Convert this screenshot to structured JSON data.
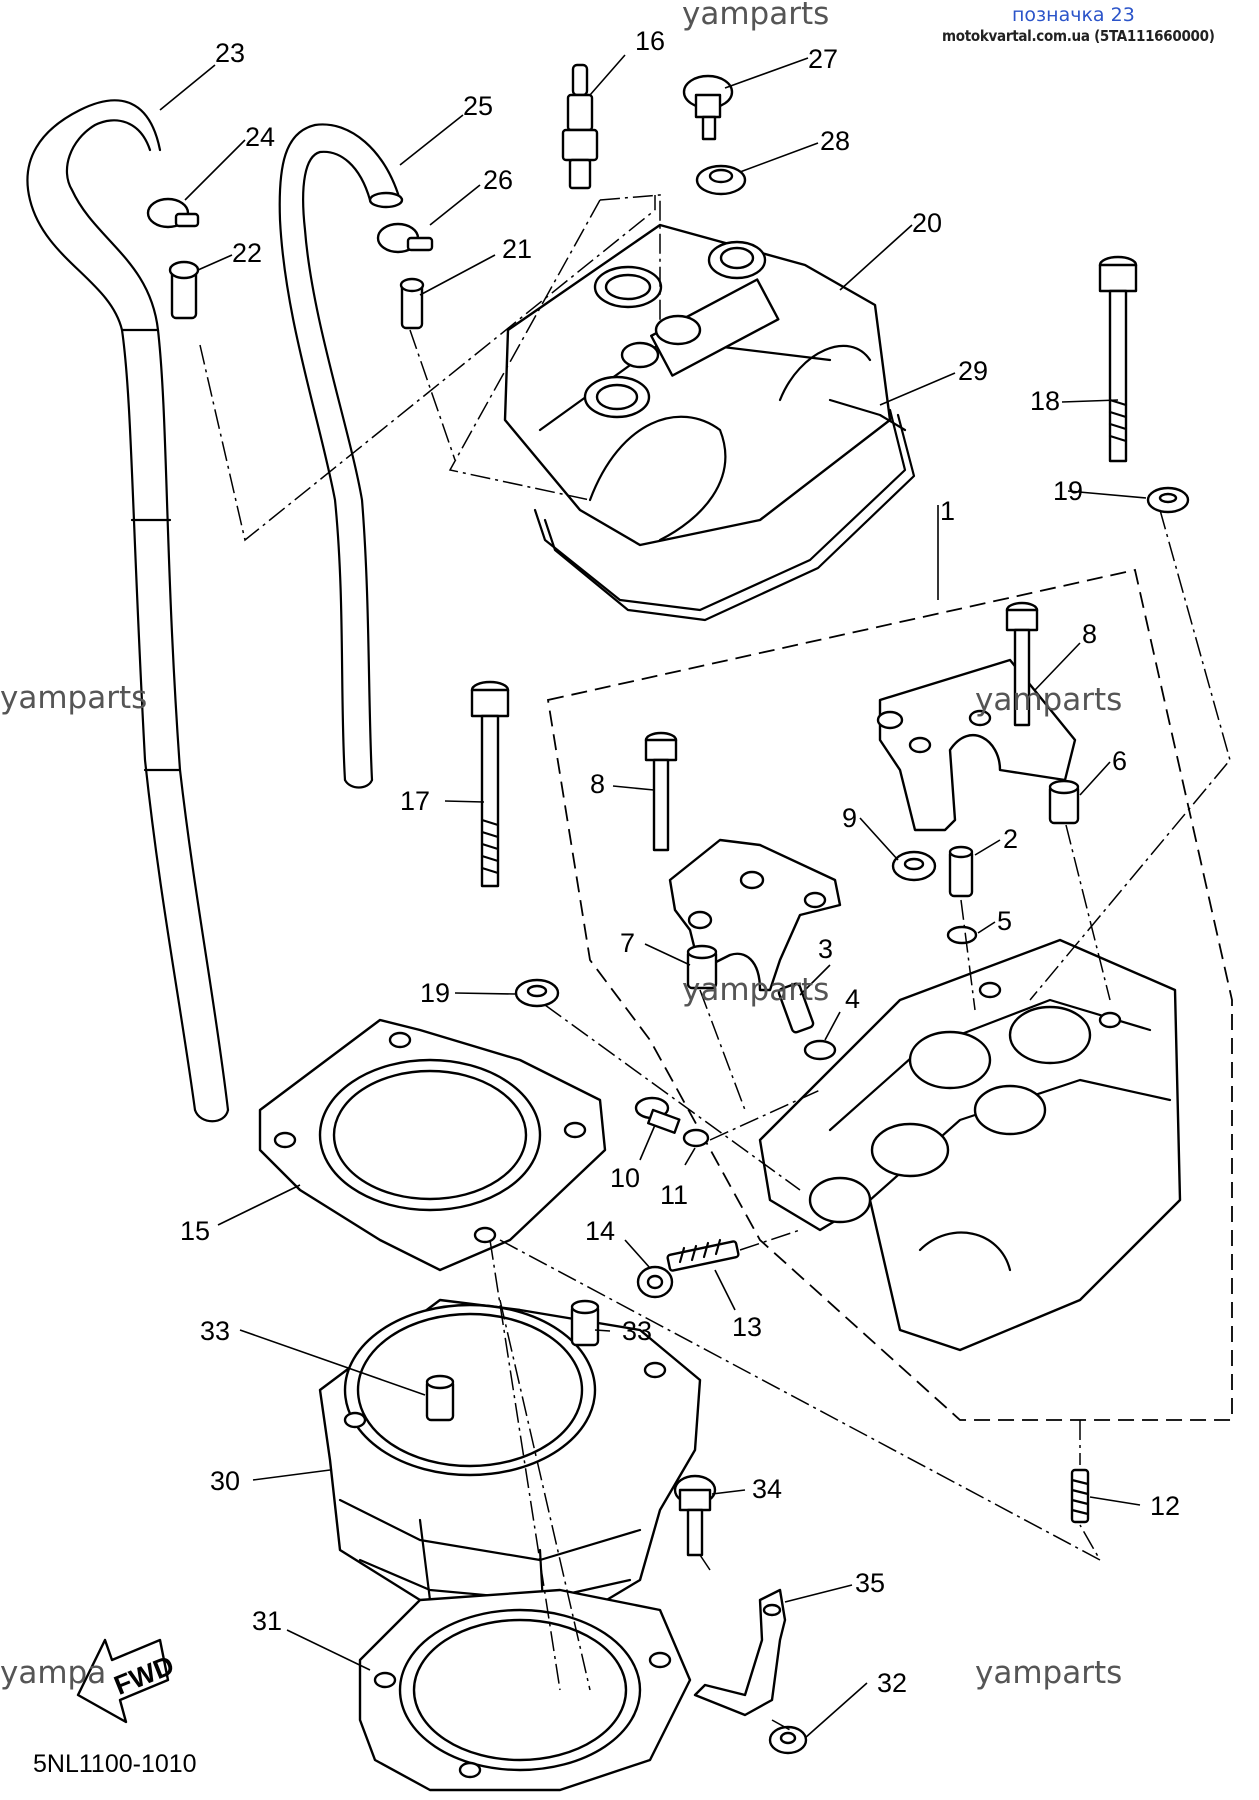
{
  "header": {
    "title": "позначка 23",
    "subtitle": "motokvartal.com.ua (5TA111660000)"
  },
  "watermarks": [
    "yamparts",
    "yamparts",
    "yamparts",
    "yamparts",
    "yamparts",
    "yampa"
  ],
  "fwd_label": "FWD",
  "diagram_code": "5NL1100-1010",
  "callouts": [
    "1",
    "2",
    "3",
    "4",
    "5",
    "6",
    "7",
    "8",
    "8",
    "9",
    "10",
    "11",
    "12",
    "13",
    "14",
    "15",
    "16",
    "17",
    "18",
    "19",
    "19",
    "20",
    "21",
    "22",
    "23",
    "24",
    "25",
    "26",
    "27",
    "28",
    "29",
    "30",
    "31",
    "32",
    "33",
    "33",
    "34",
    "35"
  ]
}
